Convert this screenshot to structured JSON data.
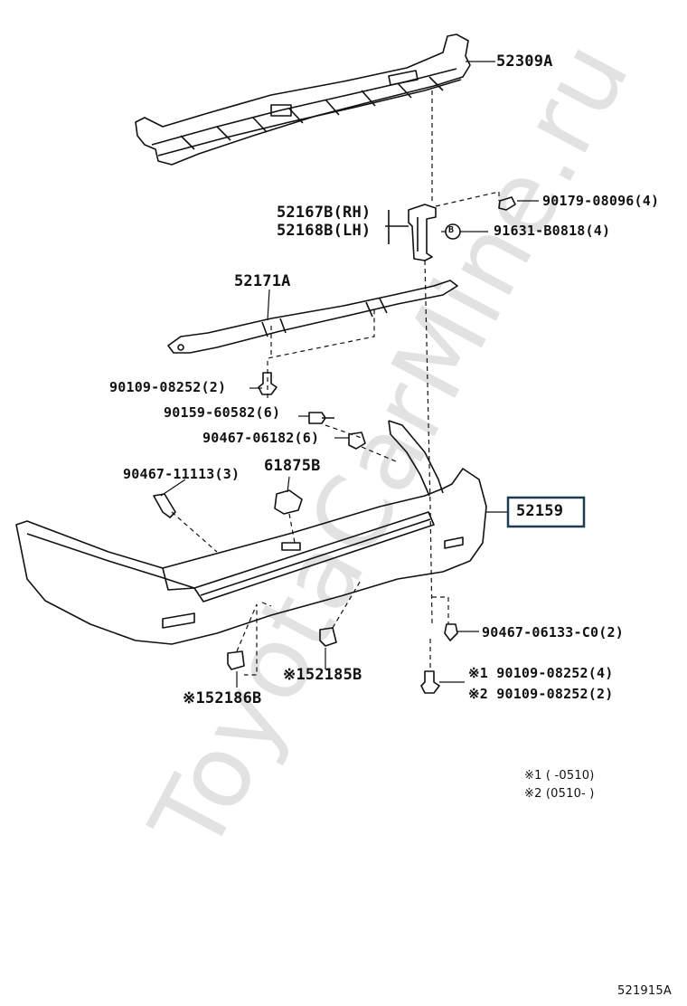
{
  "watermark": "ToyotaCarMine.ru",
  "parts": {
    "p52309A": "52309A",
    "p52167B": "52167B(RH)",
    "p52168B": "52168B(LH)",
    "p90179": "90179-08096(4)",
    "p91631": "91631-B0818(4)",
    "p91631_marker": "B",
    "p52171A": "52171A",
    "p90109a": "90109-08252(2)",
    "p90159": "90159-60582(6)",
    "p90467a": "90467-06182(6)",
    "p90467b": "90467-11113(3)",
    "p61875B": "61875B",
    "p52159": "52159",
    "p90467c": "90467-06133-C0(2)",
    "p52185B": "※152185B",
    "p52186B": "※152186B",
    "p90109b": "※1 90109-08252(4)",
    "p90109c": "※2 90109-08252(2)"
  },
  "notes": {
    "n1": "※1 (      -0510)",
    "n2": "※2 (0510-      )"
  },
  "diagram_code": "521915A"
}
